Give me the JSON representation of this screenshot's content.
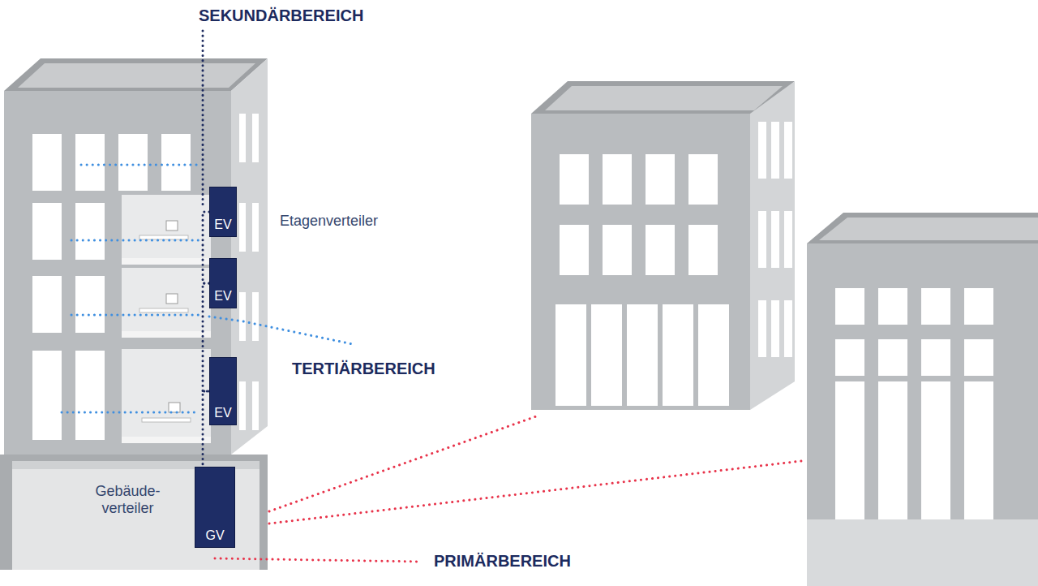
{
  "diagram": {
    "nodes": [
      {
        "text": [
          "EV"
        ]
      },
      {
        "text": [
          "EV"
        ]
      },
      {
        "text": [
          "EV"
        ]
      },
      {
        "text": [
          "GV"
        ]
      }
    ],
    "edges": [
      {
        "from": 0,
        "to": 1,
        "arrow": "none"
      },
      {
        "from": 1,
        "to": 2,
        "arrow": "none"
      },
      {
        "from": 2,
        "to": 3,
        "arrow": "none"
      }
    ],
    "labels": [
      "SEKUNDÄRBEREICH",
      "Etagenverteiler",
      "TERTIÄRBEREICH",
      "Gebäude- verteiler",
      "PRIMÄRBEREICH"
    ]
  }
}
